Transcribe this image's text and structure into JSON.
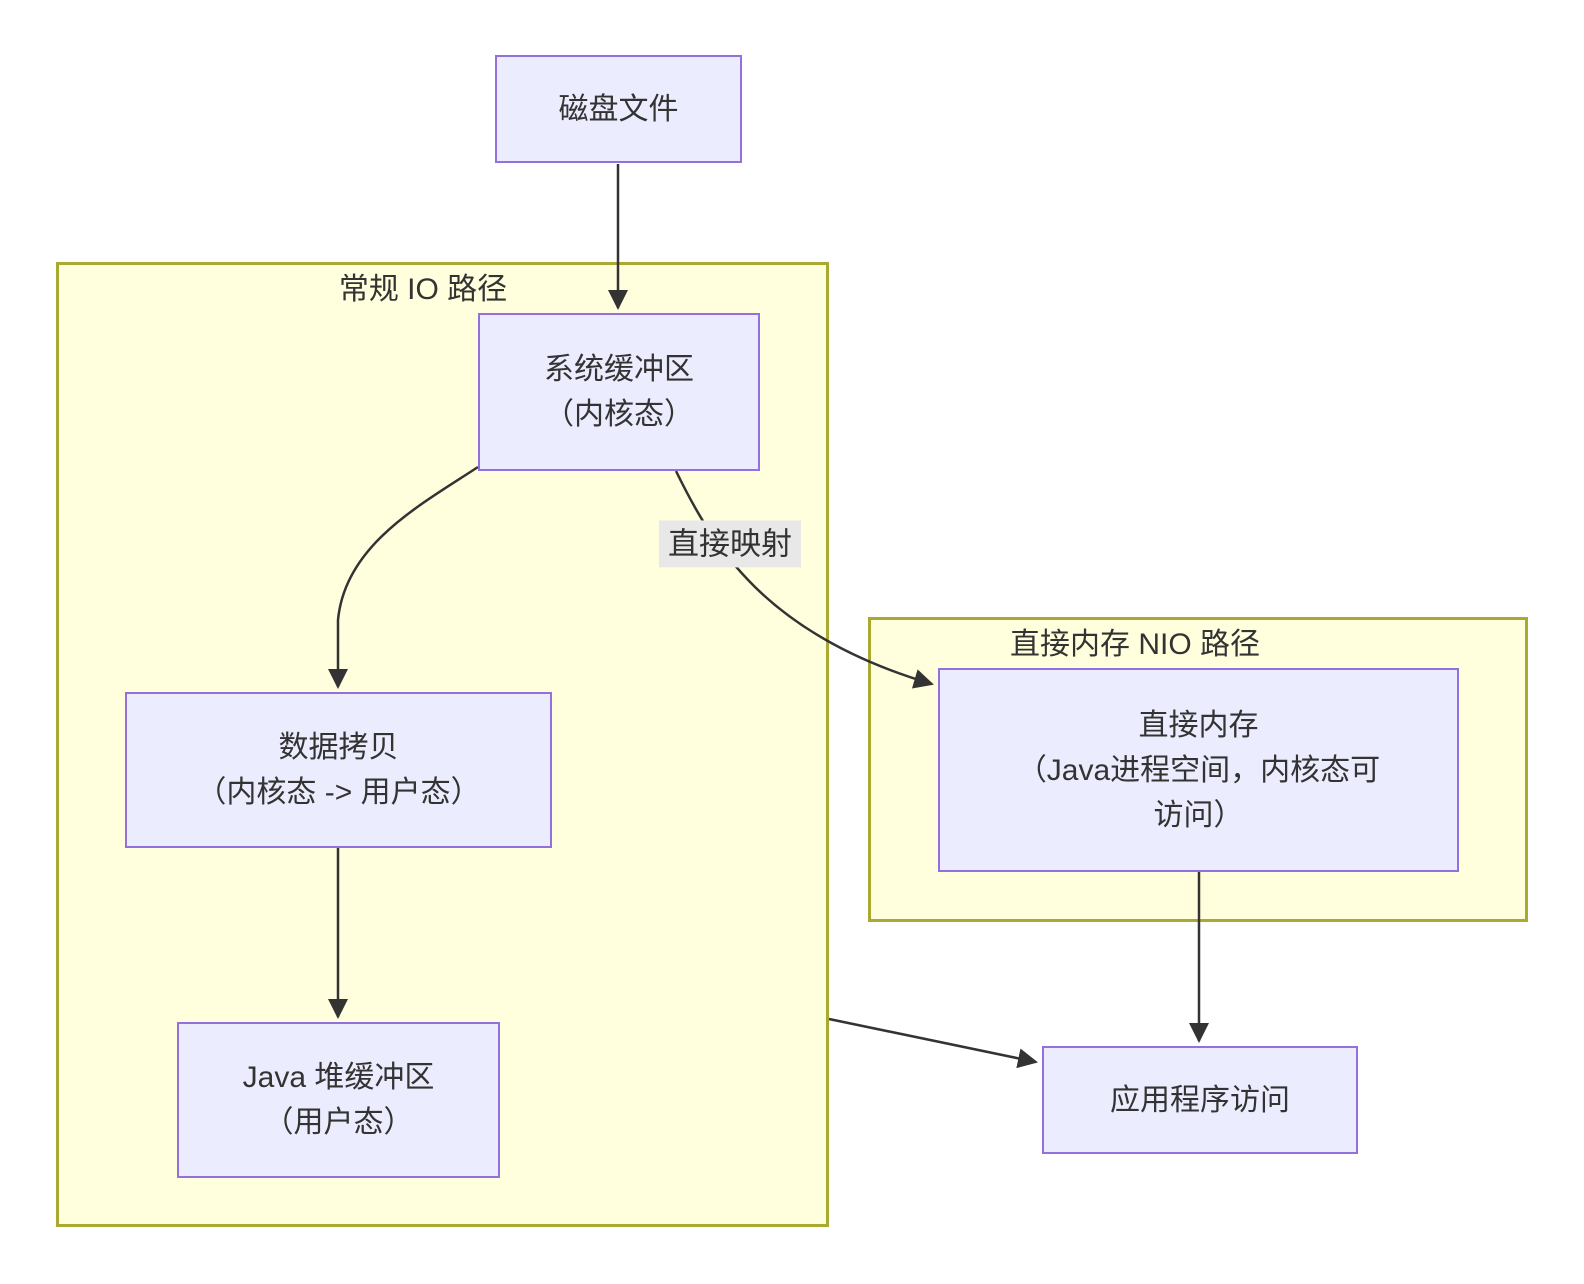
{
  "clusters": {
    "regular_io": {
      "title": "常规 IO 路径"
    },
    "direct_nio": {
      "title": "直接内存 NIO 路径"
    }
  },
  "nodes": {
    "disk_file": {
      "lines": [
        "磁盘文件"
      ]
    },
    "system_buffer": {
      "lines": [
        "系统缓冲区",
        "（内核态）"
      ]
    },
    "data_copy": {
      "lines": [
        "数据拷贝",
        "（内核态 -> 用户态）"
      ]
    },
    "java_heap_buffer": {
      "lines": [
        "Java 堆缓冲区",
        "（用户态）"
      ]
    },
    "direct_memory": {
      "lines": [
        "直接内存",
        "（Java进程空间，内核态可",
        "访问）"
      ]
    },
    "app_access": {
      "lines": [
        "应用程序访问"
      ]
    }
  },
  "edge_labels": {
    "direct_mapping": "直接映射"
  },
  "colors": {
    "node_fill": "#ECECFF",
    "node_border": "#9370DB",
    "cluster_fill": "#FFFFDE",
    "cluster_border": "#AAAA33",
    "edge_color": "#333333",
    "edge_label_bg": "#E8E8E8",
    "text_color": "#333333",
    "canvas_bg": "#FFFFFF"
  }
}
